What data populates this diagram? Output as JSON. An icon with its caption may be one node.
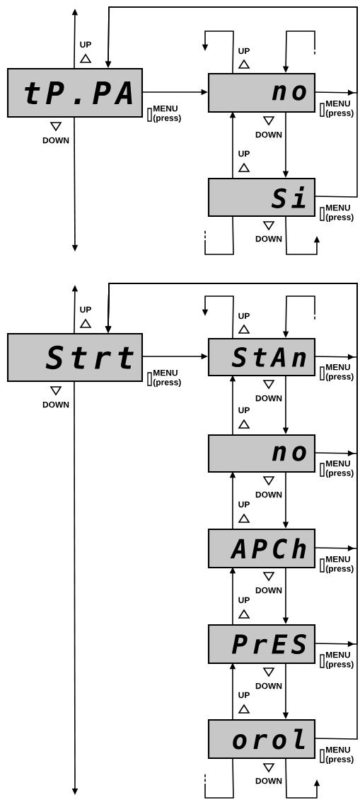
{
  "diagram": {
    "nodes": [
      {
        "text": [
          "tP.PA"
        ],
        "beside": [
          "MENU (press)"
        ]
      },
      {
        "text": [
          "no"
        ],
        "beside": [
          "MENU (press)"
        ]
      },
      {
        "text": [
          "Si"
        ],
        "beside": [
          "MENU (press)"
        ]
      },
      {
        "text": [
          "Strt"
        ],
        "beside": [
          "MENU (press)"
        ]
      },
      {
        "text": [
          "StAn"
        ],
        "beside": [
          "MENU (press)"
        ]
      },
      {
        "text": [
          "no"
        ],
        "beside": [
          "MENU (press)"
        ]
      },
      {
        "text": [
          "APCh"
        ],
        "beside": [
          "MENU (press)"
        ]
      },
      {
        "text": [
          "PrES"
        ],
        "beside": [
          "MENU (press)"
        ]
      },
      {
        "text": [
          "orol"
        ],
        "beside": [
          "MENU (press)"
        ]
      }
    ],
    "edges": [
      {
        "from": 0,
        "to": null,
        "arrow": "to",
        "label": "UP"
      },
      {
        "from": 0,
        "to": null,
        "arrow": "to",
        "label": "DOWN"
      },
      {
        "from": 0,
        "to": 1,
        "arrow": "to"
      },
      {
        "from": 1,
        "to": 0,
        "arrow": "to"
      },
      {
        "from": 2,
        "to": 0,
        "arrow": "to"
      },
      {
        "from": 1,
        "to": null,
        "arrow": "to",
        "label": "UP"
      },
      {
        "from": null,
        "to": 1,
        "arrow": "to"
      },
      {
        "from": 1,
        "to": 2,
        "arrow": "to",
        "label": "DOWN"
      },
      {
        "from": 2,
        "to": 1,
        "arrow": "to",
        "label": "UP"
      },
      {
        "from": 2,
        "to": null,
        "arrow": "none"
      },
      {
        "from": 2,
        "to": null,
        "arrow": "to",
        "label": "DOWN"
      },
      {
        "from": 3,
        "to": null,
        "arrow": "to",
        "label": "UP"
      },
      {
        "from": 3,
        "to": null,
        "arrow": "to",
        "label": "DOWN"
      },
      {
        "from": 3,
        "to": 4,
        "arrow": "to"
      },
      {
        "from": 4,
        "to": 3,
        "arrow": "to"
      },
      {
        "from": 5,
        "to": 3,
        "arrow": "to"
      },
      {
        "from": 6,
        "to": 3,
        "arrow": "to"
      },
      {
        "from": 7,
        "to": 3,
        "arrow": "to"
      },
      {
        "from": 8,
        "to": 3,
        "arrow": "to"
      },
      {
        "from": 4,
        "to": null,
        "arrow": "to",
        "label": "UP"
      },
      {
        "from": null,
        "to": 4,
        "arrow": "to"
      },
      {
        "from": 4,
        "to": 5,
        "arrow": "to",
        "label": "DOWN"
      },
      {
        "from": 5,
        "to": 4,
        "arrow": "to",
        "label": "UP"
      },
      {
        "from": 5,
        "to": 6,
        "arrow": "to",
        "label": "DOWN"
      },
      {
        "from": 6,
        "to": 5,
        "arrow": "to",
        "label": "UP"
      },
      {
        "from": 6,
        "to": 7,
        "arrow": "to",
        "label": "DOWN"
      },
      {
        "from": 7,
        "to": 6,
        "arrow": "to",
        "label": "UP"
      },
      {
        "from": 7,
        "to": 8,
        "arrow": "to",
        "label": "DOWN"
      },
      {
        "from": 8,
        "to": 7,
        "arrow": "to",
        "label": "UP"
      },
      {
        "from": 8,
        "to": null,
        "arrow": "none"
      },
      {
        "from": 8,
        "to": null,
        "arrow": "to",
        "label": "DOWN"
      }
    ]
  }
}
